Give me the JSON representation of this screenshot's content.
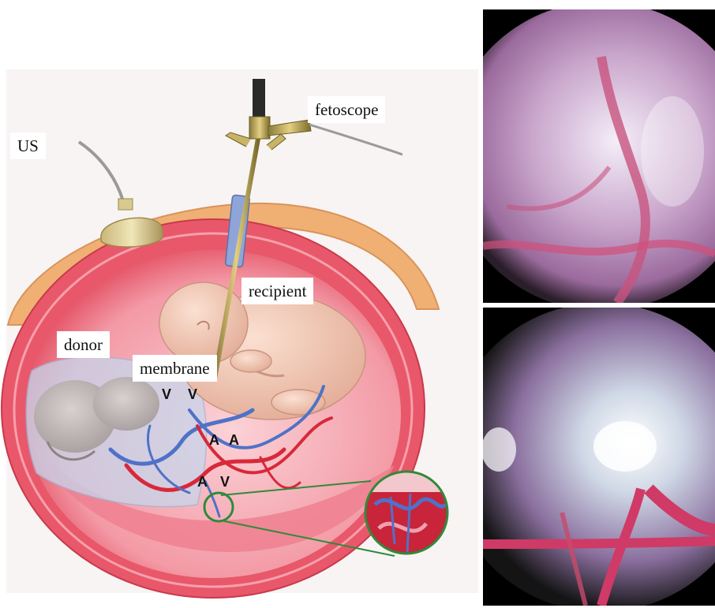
{
  "labels": {
    "us": "US",
    "fetoscope": "fetoscope",
    "recipient": "recipient",
    "donor": "donor",
    "membrane": "membrane"
  },
  "vessel_marks": {
    "v1": "V",
    "v2": "V",
    "a1": "A",
    "a2": "A",
    "a3": "A",
    "v3": "V"
  },
  "colors": {
    "uterus_wall": "#e8586a",
    "amniotic_cavity": "#f6a3ae",
    "abdominal_wall": "#f0b074",
    "artery": "#d8283a",
    "vein": "#4f72c8",
    "magnifier_ring": "#2f8a3a"
  }
}
